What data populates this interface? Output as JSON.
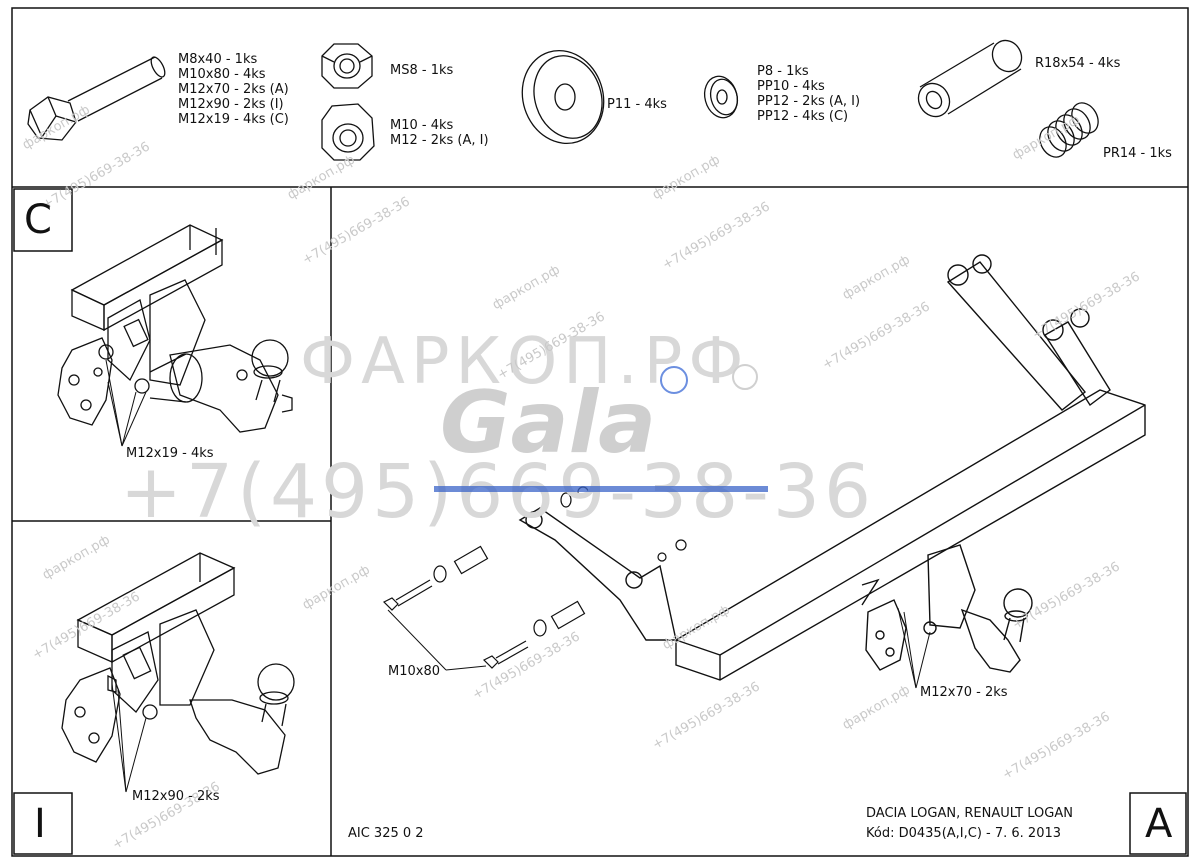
{
  "parts": {
    "bolts": [
      "M8x40 - 1ks",
      "M10x80 - 4ks",
      "M12x70 - 2ks (A)",
      "M12x90 - 2ks (I)",
      "M12x19 - 4ks (C)"
    ],
    "nut_ms8": "MS8 - 1ks",
    "nuts": [
      "M10 - 4ks",
      "M12 - 2ks (A, I)"
    ],
    "washer_p11": "P11 - 4ks",
    "washers": [
      "P8 - 1ks",
      "PP10 - 4ks",
      "PP12 - 2ks (A, I)",
      "PP12 - 4ks (C)"
    ],
    "spacer": "R18x54 - 4ks",
    "spring": "PR14 - 1ks"
  },
  "panels": {
    "c": {
      "letter": "C",
      "callout": "M12x19 - 4ks"
    },
    "i": {
      "letter": "I",
      "callout": "M12x90 - 2ks"
    },
    "a": {
      "letter": "A",
      "callout_bolt": "M12x70 - 2ks",
      "callout_m10": "M10x80"
    }
  },
  "footer": {
    "code_left": "AIC 325 0 2",
    "model": "DACIA LOGAN, RENAULT LOGAN",
    "kod": "Kód: D0435(A,I,C) - 7. 6. 2013"
  },
  "watermark": {
    "brand": "ФАРКОП.РФ",
    "logo": "Gala",
    "phone_big": "+7(495)669-38-36",
    "small": [
      "фаркоп.рф",
      "+7(495)669-38-36"
    ],
    "colors": {
      "watermark_gray": "#d8d8d8",
      "logo_blue": "#3b64c8"
    }
  }
}
